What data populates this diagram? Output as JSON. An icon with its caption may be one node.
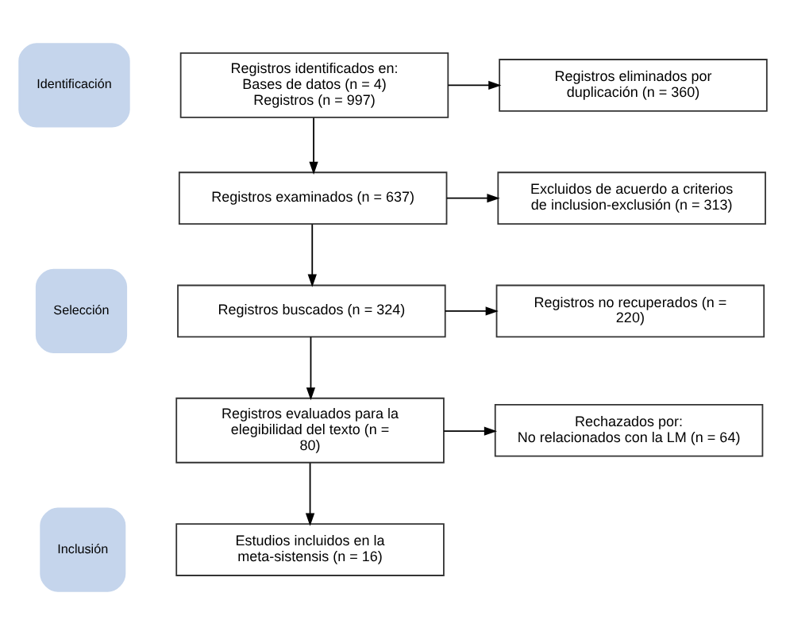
{
  "diagram": {
    "nodes": [
      {
        "text": [
          "Identificación"
        ]
      },
      {
        "text": [
          "Registros identificados en: Bases de datos (n = 4)",
          "Registros (n = 997)"
        ]
      },
      {
        "text": [
          "Registros eliminados por duplicación (n = 360)"
        ]
      },
      {
        "text": [
          "Selección"
        ]
      },
      {
        "text": [
          "Registros examinados (n = 637)"
        ]
      },
      {
        "text": [
          "Excluidos de acuerdo a criterios de inclusion-exclusión (n = 313)"
        ]
      },
      {
        "text": [
          "Registros buscados (n = 324)"
        ]
      },
      {
        "text": [
          "Registros no recuperados (n = 220)"
        ]
      },
      {
        "text": [
          "Registros evaluados para la elegibilidad del texto (n = 80)"
        ]
      },
      {
        "text": [
          "Rechazados por:",
          "No relacionados con la LM (n = 64)"
        ]
      },
      {
        "text": [
          "Inclusión"
        ]
      },
      {
        "text": [
          "Estudios incluidos en la meta-sistensis (n = 16)"
        ]
      }
    ],
    "edges": [
      {
        "from": 1,
        "to": 2,
        "arrow": "to"
      },
      {
        "from": 1,
        "to": 4,
        "arrow": "to"
      },
      {
        "from": 4,
        "to": 5,
        "arrow": "to"
      },
      {
        "from": 4,
        "to": 6,
        "arrow": "to"
      },
      {
        "from": 6,
        "to": 7,
        "arrow": "to"
      },
      {
        "from": 6,
        "to": 8,
        "arrow": "to"
      },
      {
        "from": 8,
        "to": 9,
        "arrow": "to"
      },
      {
        "from": 8,
        "to": 11,
        "arrow": "to"
      }
    ]
  }
}
